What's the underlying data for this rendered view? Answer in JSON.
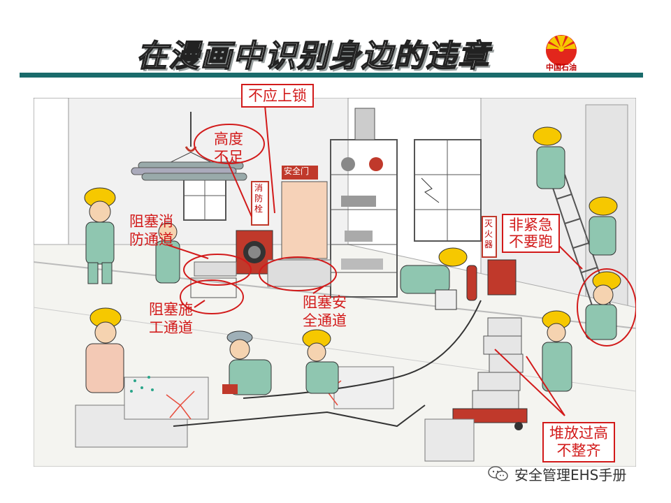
{
  "slide": {
    "title": "在漫画中识别身边的违章",
    "logo_text": "中国石油",
    "accent_color": "#1a6b6b",
    "callout_color": "#d21a1a"
  },
  "callouts": {
    "no_lock": "不应上锁",
    "height_line1": "高度",
    "height_line2": "不足",
    "fire_hydrant_line1": "消",
    "fire_hydrant_line2": "防",
    "fire_hydrant_line3": "栓",
    "safety_door": "安全门",
    "block_fire_line1": "阻塞消",
    "block_fire_line2": "防通道",
    "block_work_line1": "阻塞施",
    "block_work_line2": "工通道",
    "block_safe_line1": "阻塞安",
    "block_safe_line2": "全通道",
    "no_run_line1": "非紧急",
    "no_run_line2": "不要跑",
    "extinguisher_line1": "灭",
    "extinguisher_line2": "火",
    "extinguisher_line3": "器",
    "stack_line1": "堆放过高",
    "stack_line2": "不整齐"
  },
  "watermark": {
    "text": "安全管理EHS手册",
    "icon": "wechat-icon"
  }
}
